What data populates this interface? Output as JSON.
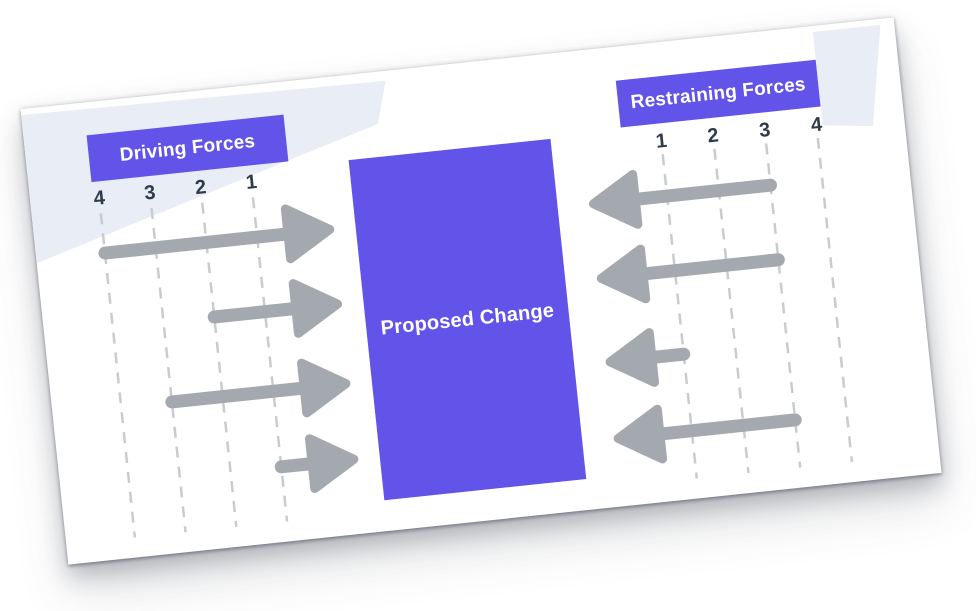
{
  "diagram": {
    "type": "force-field-analysis",
    "proposed_change": {
      "label": "Proposed Change"
    },
    "driving": {
      "label": "Driving Forces",
      "scale": [
        "4",
        "3",
        "2",
        "1"
      ],
      "arrow_direction": "right",
      "force_magnitudes": [
        4,
        2,
        3,
        1
      ]
    },
    "restraining": {
      "label": "Restraining Forces",
      "scale": [
        "1",
        "2",
        "3",
        "4"
      ],
      "arrow_direction": "left",
      "force_magnitudes": [
        3,
        3,
        1,
        3
      ]
    }
  },
  "colors": {
    "accent_purple": "#6254e8",
    "arrow_gray": "#a4a9af",
    "scale_number": "#2f3c4c",
    "dashed_line": "#c9cccf",
    "corner_accent": "#e9edf5",
    "card_background": "#ffffff",
    "header_text": "#ffffff"
  }
}
